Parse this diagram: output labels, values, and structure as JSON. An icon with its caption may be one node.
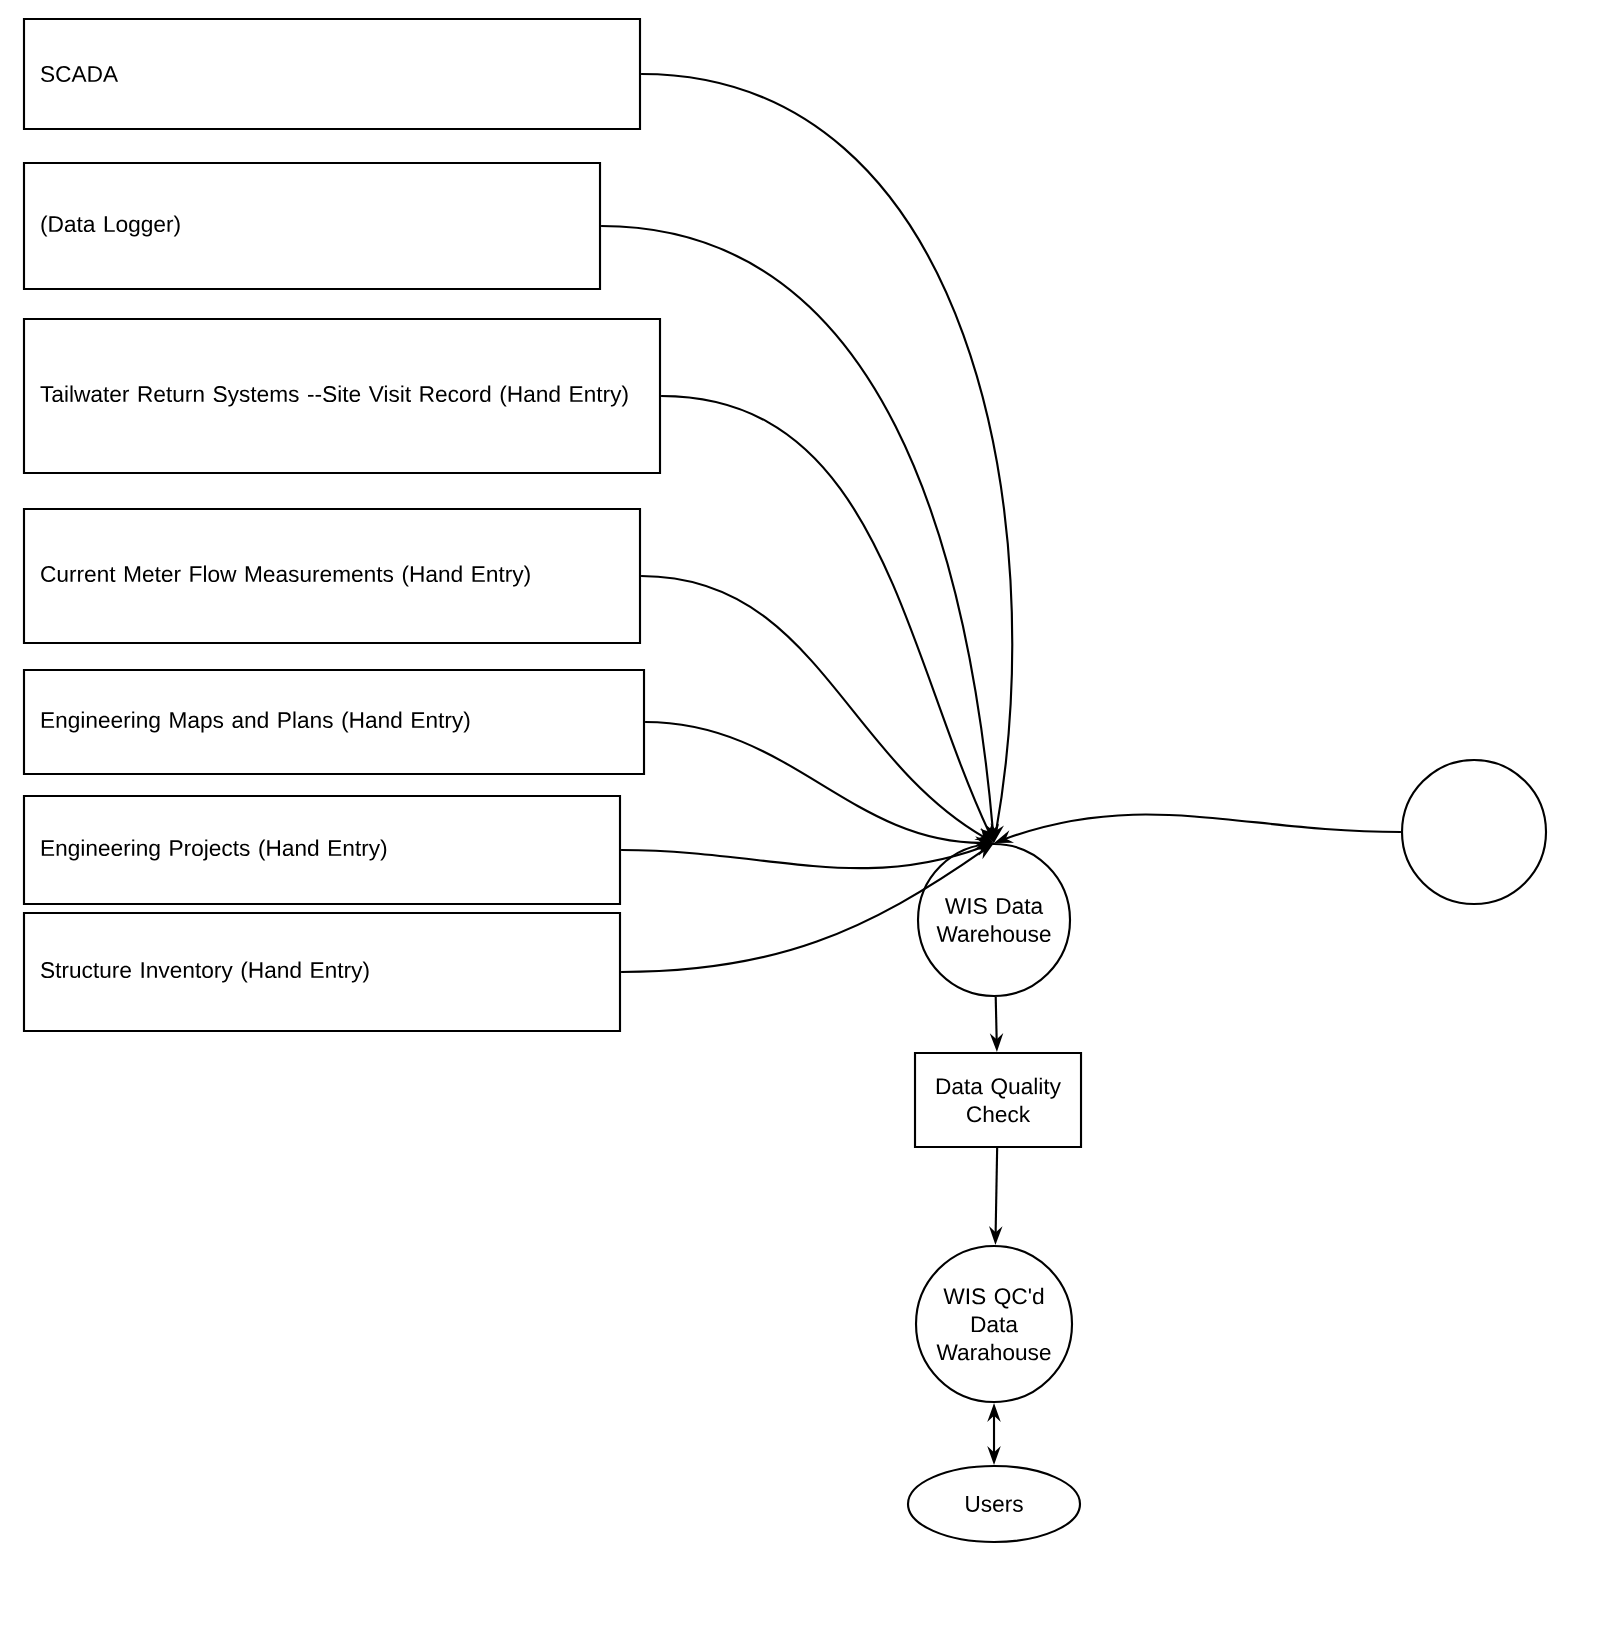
{
  "diagram": {
    "nodes": [
      {
        "text": [
          "SCADA"
        ]
      },
      {
        "text": [
          "(Data Logger)"
        ]
      },
      {
        "text": [
          "Tailwater Return Systems --Site Visit Record (Hand Entry)"
        ]
      },
      {
        "text": [
          "Current Meter Flow Measurements (Hand Entry)"
        ]
      },
      {
        "text": [
          "Engineering Maps and Plans (Hand Entry)"
        ]
      },
      {
        "text": [
          "Engineering Projects (Hand Entry)"
        ]
      },
      {
        "text": [
          "Structure Inventory  (Hand Entry)"
        ]
      },
      {
        "text": [],
        "shape": "circle"
      },
      {
        "text": [
          "WIS Data Warehouse"
        ]
      },
      {
        "text": [
          "Data Quality Check"
        ]
      },
      {
        "text": [
          "WIS QC'd Data Warahouse"
        ]
      },
      {
        "text": [
          "Users"
        ]
      }
    ],
    "edges": [
      {
        "from": 0,
        "to": 8,
        "arrow": "to"
      },
      {
        "from": 1,
        "to": 8,
        "arrow": "to"
      },
      {
        "from": 2,
        "to": 8,
        "arrow": "to"
      },
      {
        "from": 3,
        "to": 8,
        "arrow": "to"
      },
      {
        "from": 4,
        "to": 8,
        "arrow": "to"
      },
      {
        "from": 5,
        "to": 8,
        "arrow": "to"
      },
      {
        "from": 6,
        "to": 8,
        "arrow": "to"
      },
      {
        "from": 7,
        "to": 8,
        "arrow": "to"
      },
      {
        "from": 8,
        "to": 9,
        "arrow": "to"
      },
      {
        "from": 9,
        "to": 10,
        "arrow": "to"
      },
      {
        "from": 10,
        "to": 11,
        "arrow": "both"
      }
    ]
  }
}
